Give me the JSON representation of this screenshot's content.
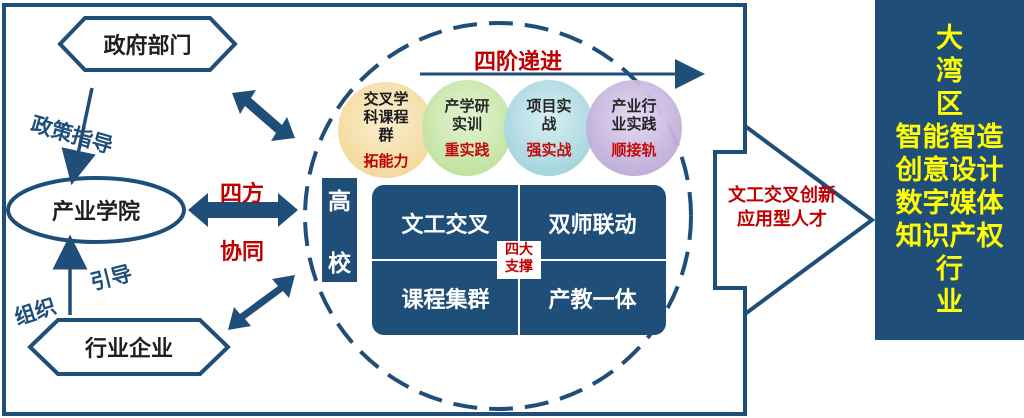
{
  "left": {
    "government": "政府部门",
    "college": "产业学院",
    "industry": "行业企业",
    "policy_guidance": "政策指导",
    "guide": "引导",
    "organize": "组织",
    "four_parties": "四方",
    "collaboration": "协同"
  },
  "university": {
    "line1": "高",
    "line2": "校"
  },
  "stages": {
    "title": "四阶递进",
    "items": [
      {
        "text": "交叉学\n科课程\n群",
        "sub": "拓能力",
        "color": "#f4dca0"
      },
      {
        "text": "产学研\n实训",
        "sub": "重实践",
        "color": "#c8e6a8"
      },
      {
        "text": "项目实\n战",
        "sub": "强实战",
        "color": "#a8d8e0"
      },
      {
        "text": "产业行\n业实践",
        "sub": "顺接轨",
        "color": "#c8b4de"
      }
    ]
  },
  "grid": {
    "top_left": "文工交叉",
    "top_right": "双师联动",
    "bottom_left": "课程集群",
    "bottom_right": "产教一体",
    "center_line1": "四大",
    "center_line2": "支撑"
  },
  "output_label": {
    "line1": "文工交叉创新",
    "line2": "应用型人才"
  },
  "right_panel": {
    "lines": [
      "大",
      "湾",
      "区",
      "智能智造",
      "创意设计",
      "数字媒体",
      "知识产权",
      "行",
      "业"
    ]
  },
  "colors": {
    "navy": "#1f4e79",
    "red": "#c00000",
    "yellow": "#ffff00",
    "hex_fill": "#ffffff"
  }
}
